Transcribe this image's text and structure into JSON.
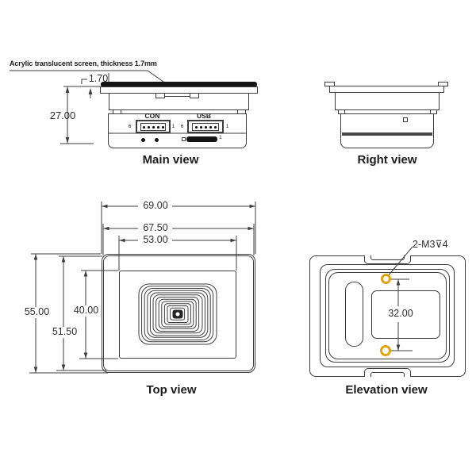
{
  "note": {
    "text": "Acrylic translucent screen, thickness 1.7mm"
  },
  "main_view": {
    "caption": "Main view",
    "thickness_dim": "1.70",
    "height_dim": "27.00",
    "con_label": "CON",
    "usb_label": "USB",
    "pin_first": "6",
    "pin_last": "1",
    "usb_port_pin": "1"
  },
  "right_view": {
    "caption": "Right view"
  },
  "top_view": {
    "caption": "Top view",
    "width_overall": "69.00",
    "width_body": "67.50",
    "width_window": "53.00",
    "height_overall": "55.00",
    "height_body": "51.50",
    "height_window": "40.00"
  },
  "elevation_view": {
    "caption": "Elevation view",
    "hole_spacing": "32.00",
    "thread_callout": "2-M3⊽4"
  },
  "colors": {
    "line": "#3d3d3d",
    "screen_fill": "#161616",
    "screw_hole_ring": "#E2A30C"
  }
}
